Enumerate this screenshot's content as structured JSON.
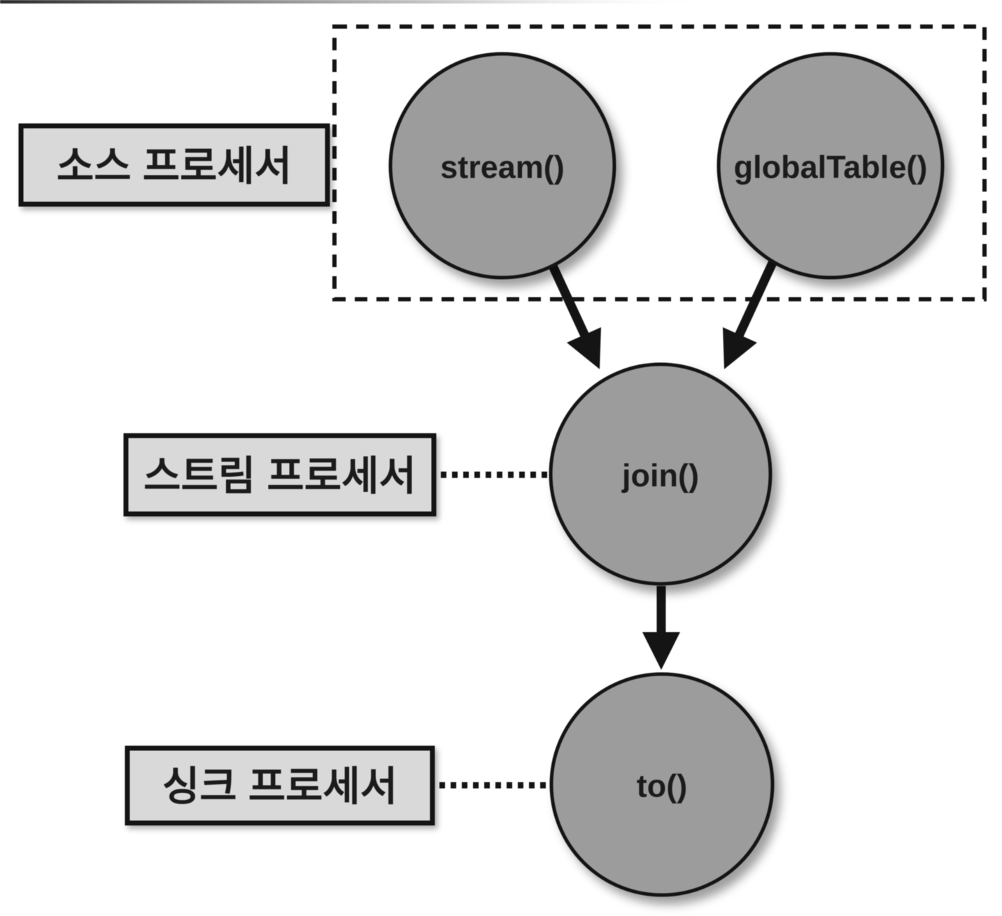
{
  "diagram": {
    "title": "Kafka Streams topology diagram",
    "labels": [
      {
        "id": "source-processor",
        "text": "소스 프로세서"
      },
      {
        "id": "stream-processor",
        "text": "스트림 프로세서"
      },
      {
        "id": "sink-processor",
        "text": "싱크 프로세서"
      }
    ],
    "nodes": [
      {
        "id": "stream",
        "text": "stream()"
      },
      {
        "id": "global-table",
        "text": "globalTable()"
      },
      {
        "id": "join",
        "text": "join()"
      },
      {
        "id": "to",
        "text": "to()"
      }
    ],
    "colors": {
      "node_fill": "#9c9c9c",
      "label_box_fill": "#d9d9d9",
      "stroke": "#141414",
      "background": "#ffffff"
    }
  }
}
